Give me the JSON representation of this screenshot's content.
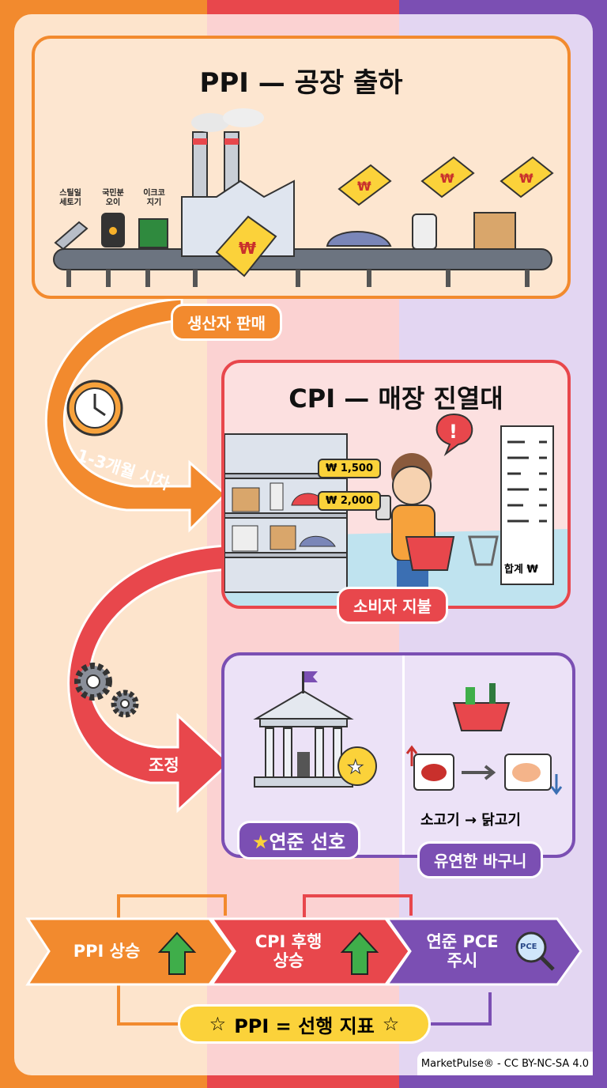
{
  "colors": {
    "ppi": "#f28a2e",
    "cpi": "#e8474c",
    "fed": "#7b4fb3",
    "highlight": "#fbd23a"
  },
  "ppi": {
    "title": "PPI — 공장 출하",
    "badge": "생산자 판매",
    "inputs": [
      "스틸일\n세토기",
      "국민분\n오이",
      "이크코\n지기"
    ],
    "tag_symbol": "₩"
  },
  "lag": {
    "label": "1-3개월 시차",
    "icon": "clock-icon"
  },
  "cpi": {
    "title": "CPI — 매장 진열대",
    "badge": "소비자 지불",
    "price_tags": [
      "₩ 1,500",
      "₩ 2,000"
    ],
    "receipt_total": "합계 ₩"
  },
  "adjust": {
    "label": "조정",
    "icon": "gears-icon"
  },
  "fed": {
    "badge": "연준 선호",
    "basket_badge": "유연한 바구니",
    "substitution": "소고기 → 닭고기"
  },
  "flow": {
    "steps": [
      "PPI 상승",
      "CPI 후행\n상승",
      "연준 PCE\n주시"
    ],
    "pce_icon_label": "PCE",
    "summary": "PPI = 선행 지표"
  },
  "footer": "MarketPulse® - CC BY-NC-SA 4.0"
}
